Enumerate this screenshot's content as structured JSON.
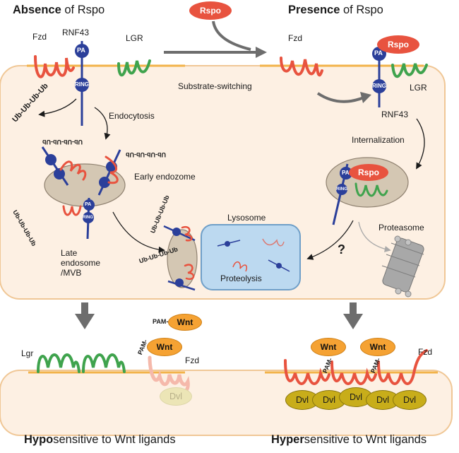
{
  "captions": {
    "top_left_bold": "Absence",
    "top_left_rest": " of Rspo",
    "top_right_bold": "Presence",
    "top_right_rest": " of Rspo",
    "bottom_left_bold": "Hypo",
    "bottom_left_rest": "sensitive to Wnt ligands",
    "bottom_right_bold": "Hyper",
    "bottom_right_rest": "sensitive to Wnt ligands"
  },
  "labels": {
    "rspo": "Rspo",
    "fzd": "Fzd",
    "rnf43": "RNF43",
    "lgr": "LGR",
    "lgr_lower": "Lgr",
    "pa": "PA",
    "ring": "RING",
    "substrate_switching": "Substrate-switching",
    "ub_chain": "Ub-Ub-Ub-Ub",
    "endocytosis": "Endocytosis",
    "early_endosome": "Early endozome",
    "late_endosome_1": "Late",
    "late_endosome_2": "endosome",
    "late_endosome_3": "/MVB",
    "lysosome": "Lysosome",
    "proteolysis": "Proteolysis",
    "internalization": "Internalization",
    "proteasome": "Proteasome",
    "question": "?",
    "pam": "PAM-",
    "wnt": "Wnt",
    "dvl": "Dvl"
  },
  "colors": {
    "membrane": "#f2b34a",
    "cell_fill": "#fdf0e3",
    "cell_border": "#f0c796",
    "fzd": "#e8533f",
    "lgr": "#3fa34d",
    "rnf43": "#2b3f9a",
    "endosome": "#d4c7b3",
    "lysosome": "#bcd9f0",
    "arrow_gray": "#6d6d6d"
  }
}
